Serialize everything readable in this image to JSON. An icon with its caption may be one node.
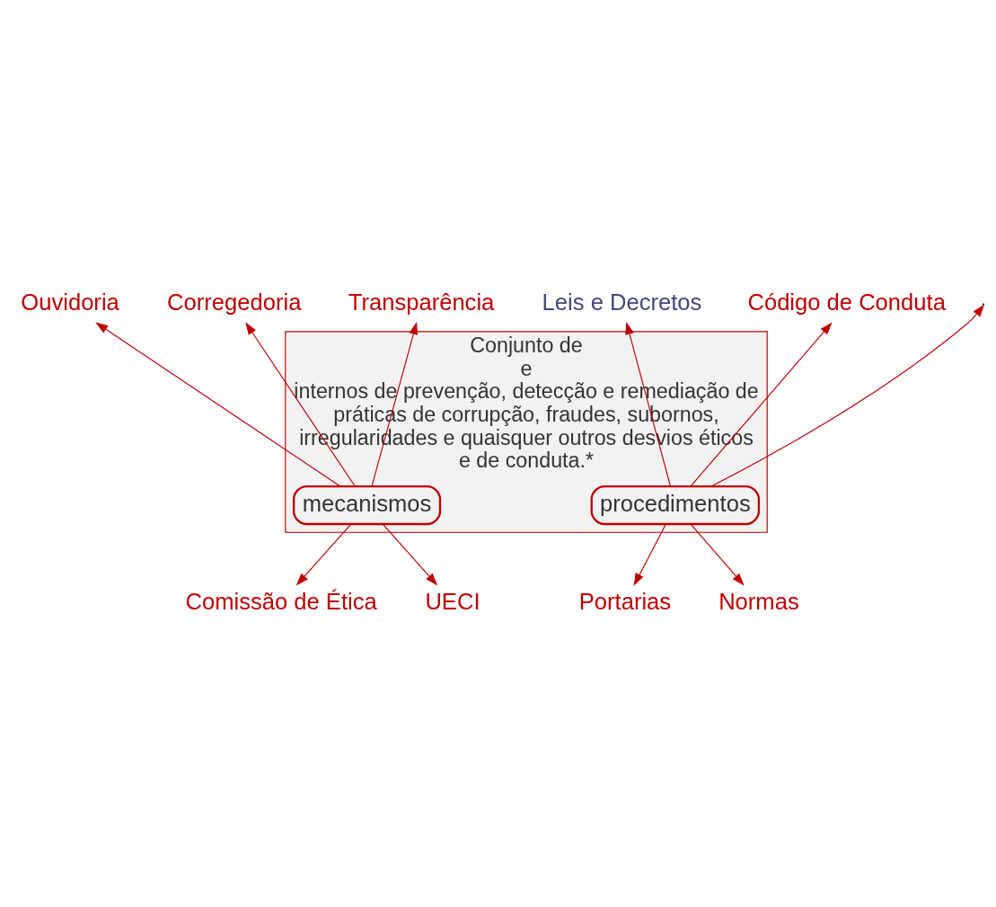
{
  "diagram": {
    "nodes": [
      {
        "text": [
          "Conjunto de",
          "e",
          "internos de prevenção, detecção e remediação de práticas de corrupção, fraudes, subornos, irregularidades e quaisquer outros desvios éticos e de conduta.*"
        ]
      },
      {
        "text": [
          "mecanismos"
        ],
        "in": 0
      },
      {
        "text": [
          "procedimentos"
        ],
        "in": 0
      },
      {
        "text": [
          "Ouvidoria"
        ]
      },
      {
        "text": [
          "Corregedoria"
        ]
      },
      {
        "text": [
          "Transparência"
        ]
      },
      {
        "text": [
          "Leis e Decretos"
        ]
      },
      {
        "text": [
          "Código de Conduta"
        ]
      },
      {
        "text": [
          "Comissão de Ética"
        ]
      },
      {
        "text": [
          "UECI"
        ]
      },
      {
        "text": [
          "Portarias"
        ]
      },
      {
        "text": [
          "Normas"
        ]
      }
    ],
    "edges": [
      {
        "from": 1,
        "to": 3,
        "arrow": "to"
      },
      {
        "from": 1,
        "to": 4,
        "arrow": "to"
      },
      {
        "from": 1,
        "to": 5,
        "arrow": "to"
      },
      {
        "from": 2,
        "to": 6,
        "arrow": "to"
      },
      {
        "from": 2,
        "to": null,
        "arrow": "to"
      },
      {
        "from": 2,
        "to": 7,
        "arrow": "to"
      },
      {
        "from": 1,
        "to": 8,
        "arrow": "to"
      },
      {
        "from": 1,
        "to": 9,
        "arrow": "to"
      },
      {
        "from": 2,
        "to": 10,
        "arrow": "to"
      },
      {
        "from": 2,
        "to": 11,
        "arrow": "to"
      }
    ]
  }
}
